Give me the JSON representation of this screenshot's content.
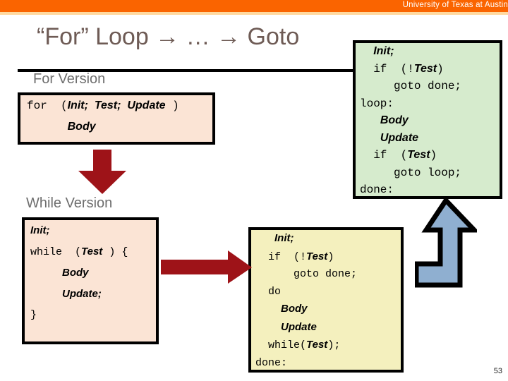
{
  "banner": {
    "institution": "University of Texas at Austin",
    "color": "#FA6400"
  },
  "slide": {
    "title": "“For” Loop → … → Goto",
    "page_number": "53"
  },
  "sections": {
    "for_caption": "For Version",
    "while_caption": "While Version"
  },
  "boxes": {
    "for_version": {
      "name": "For Version",
      "background": "#FBE4D5",
      "lines": [
        [
          {
            "t": "for  (",
            "s": "kw"
          },
          {
            "t": "Init;  Test;  Update",
            "s": "ph"
          },
          {
            "t": " )",
            "s": "kw"
          }
        ],
        [
          {
            "t": "      ",
            "s": "kw"
          },
          {
            "t": "Body",
            "s": "ph"
          }
        ]
      ]
    },
    "while_version": {
      "name": "While Version",
      "background": "#FBE4D5",
      "lines": [
        [
          {
            "t": "Init;",
            "s": "ph"
          }
        ],
        [
          {
            "t": "while  (",
            "s": "kw"
          },
          {
            "t": "Test",
            "s": "ph"
          },
          {
            "t": " ) {",
            "s": "kw"
          }
        ],
        [
          {
            "t": "     ",
            "s": "kw"
          },
          {
            "t": "Body",
            "s": "ph"
          }
        ],
        [
          {
            "t": "     ",
            "s": "kw"
          },
          {
            "t": "Update;",
            "s": "ph"
          }
        ],
        [
          {
            "t": "}",
            "s": "kw"
          }
        ]
      ]
    },
    "goto_version": {
      "name": "Goto Version",
      "background": "#D6EBCD",
      "lines": [
        [
          {
            "t": "  ",
            "s": "kw"
          },
          {
            "t": "Init;",
            "s": "ph"
          }
        ],
        [
          {
            "t": "  if  (!",
            "s": "kw"
          },
          {
            "t": "Test",
            "s": "ph"
          },
          {
            "t": ")",
            "s": "kw"
          }
        ],
        [
          {
            "t": "     goto done;",
            "s": "kw"
          }
        ],
        [
          {
            "t": "loop:",
            "s": "kw"
          }
        ],
        [
          {
            "t": "   ",
            "s": "kw"
          },
          {
            "t": "Body",
            "s": "ph"
          }
        ],
        [
          {
            "t": "   ",
            "s": "kw"
          },
          {
            "t": "Update",
            "s": "ph"
          }
        ],
        [
          {
            "t": "  if  (",
            "s": "kw"
          },
          {
            "t": "Test",
            "s": "ph"
          },
          {
            "t": ")",
            "s": "kw"
          }
        ],
        [
          {
            "t": "     goto loop;",
            "s": "kw"
          }
        ],
        [
          {
            "t": "done:",
            "s": "kw"
          }
        ]
      ]
    },
    "dowhile_version": {
      "name": "Do-While Goto Version",
      "background": "#F4F0BE",
      "lines": [
        [
          {
            "t": "   ",
            "s": "kw"
          },
          {
            "t": "Init;",
            "s": "ph"
          }
        ],
        [
          {
            "t": "  if  (!",
            "s": "kw"
          },
          {
            "t": "Test",
            "s": "ph"
          },
          {
            "t": ")",
            "s": "kw"
          }
        ],
        [
          {
            "t": "      goto done;",
            "s": "kw"
          }
        ],
        [
          {
            "t": "  do",
            "s": "kw"
          }
        ],
        [
          {
            "t": "    ",
            "s": "kw"
          },
          {
            "t": "Body",
            "s": "ph"
          }
        ],
        [
          {
            "t": "    ",
            "s": "kw"
          },
          {
            "t": "Update",
            "s": "ph"
          }
        ],
        [
          {
            "t": "  while(",
            "s": "kw"
          },
          {
            "t": "Test",
            "s": "ph"
          },
          {
            "t": ");",
            "s": "kw"
          }
        ],
        [
          {
            "t": "done:",
            "s": "kw"
          }
        ]
      ]
    }
  },
  "arrows": {
    "down": {
      "name": "down-arrow",
      "color": "#9E1318"
    },
    "right": {
      "name": "right-arrow",
      "color": "#9E1318"
    },
    "up": {
      "name": "up-bent-arrow",
      "fill": "#8FAFD0",
      "stroke": "#000000"
    }
  }
}
